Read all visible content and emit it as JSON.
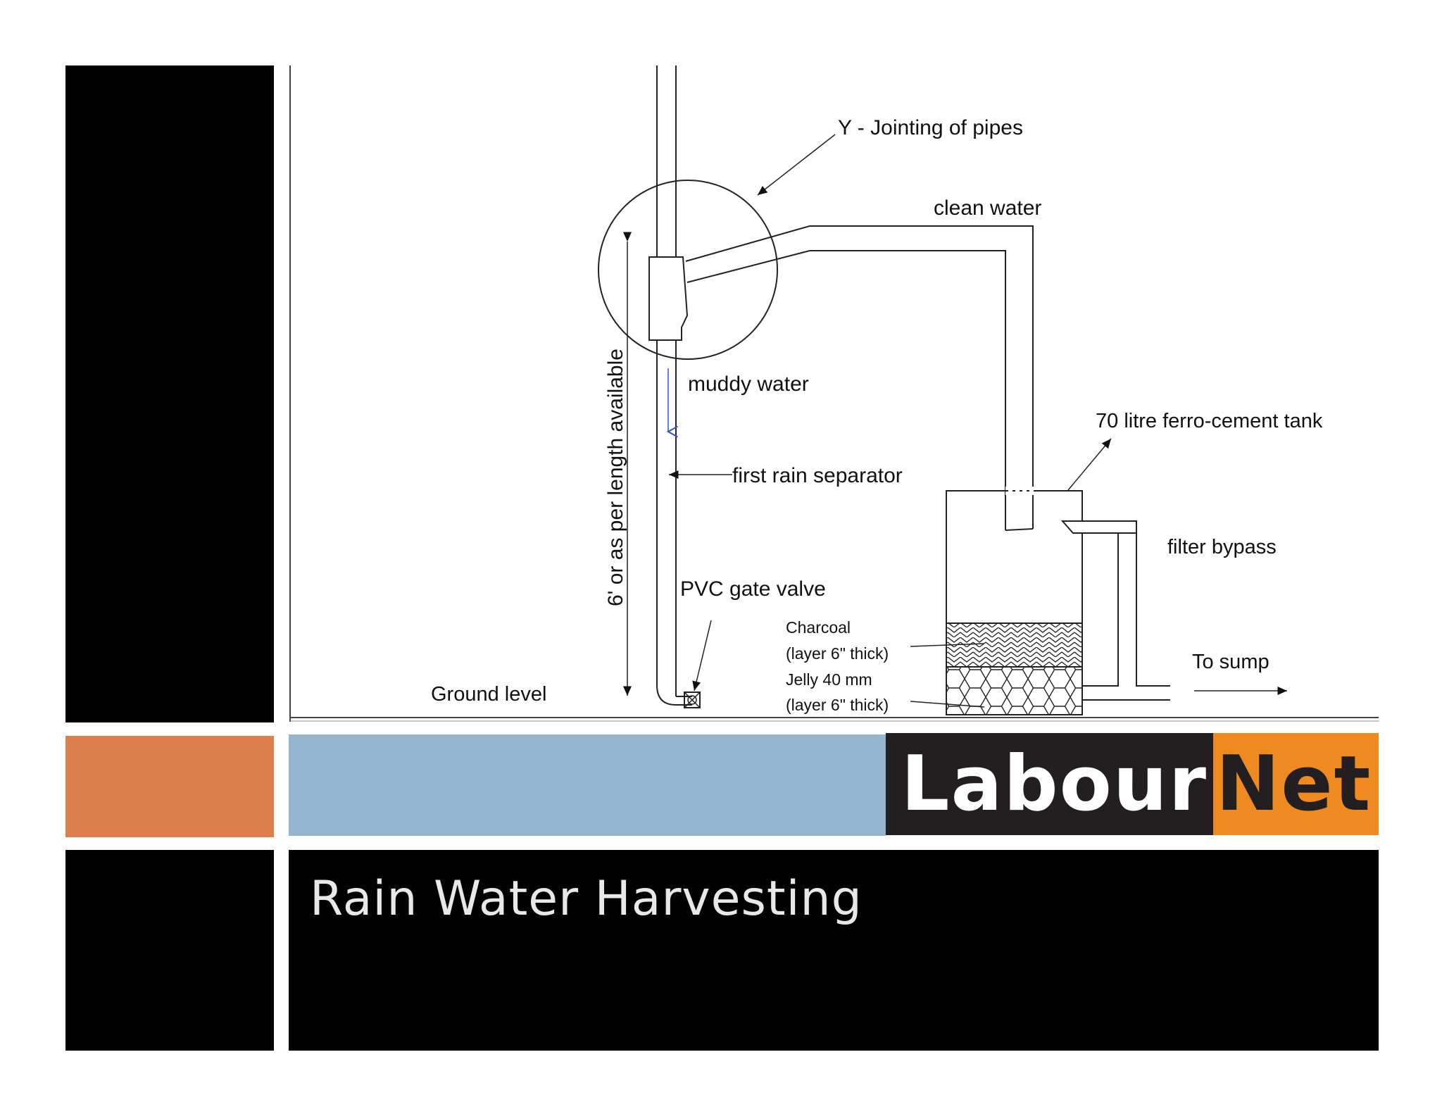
{
  "slide": {
    "title": "Rain Water Harvesting"
  },
  "logo": {
    "part1": "Labour",
    "part2": "Net",
    "colors": {
      "dark": "#231f20",
      "orange": "#ee8a1f"
    }
  },
  "colors": {
    "black_panel": "#000000",
    "orange_block": "#dc7f4a",
    "blue_band": "#94b5cd"
  },
  "diagram": {
    "labels": {
      "y_joint": "Y - Jointing of pipes",
      "clean_water": "clean water",
      "muddy_water": "muddy water",
      "tank": "70 litre ferro-cement tank",
      "separator": "first rain separator",
      "filter_bypass": "filter bypass",
      "gate_valve": "PVC gate valve",
      "height": "6' or as per length available",
      "charcoal": "Charcoal",
      "charcoal_layer": "(layer 6\" thick)",
      "jelly": "Jelly 40 mm",
      "jelly_layer": "(layer 6\" thick)",
      "to_sump": "To sump",
      "ground": "Ground level"
    }
  }
}
